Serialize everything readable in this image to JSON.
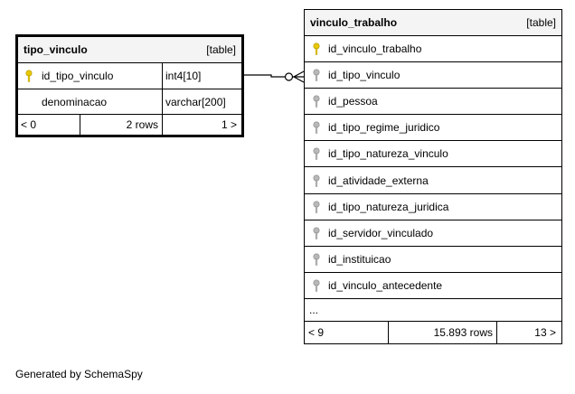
{
  "tables": {
    "tipo_vinculo": {
      "name": "tipo_vinculo",
      "tag": "[table]",
      "columns": [
        {
          "name": "id_tipo_vinculo",
          "type": "int4[10]",
          "key": "primary"
        },
        {
          "name": "denominacao",
          "type": "varchar[200]",
          "key": "none"
        }
      ],
      "footer": {
        "parents": "< 0",
        "rows": "2 rows",
        "children": "1 >"
      }
    },
    "vinculo_trabalho": {
      "name": "vinculo_trabalho",
      "tag": "[table]",
      "columns": [
        {
          "name": "id_vinculo_trabalho",
          "key": "primary"
        },
        {
          "name": "id_tipo_vinculo",
          "key": "foreign"
        },
        {
          "name": "id_pessoa",
          "key": "foreign"
        },
        {
          "name": "id_tipo_regime_juridico",
          "key": "foreign"
        },
        {
          "name": "id_tipo_natureza_vinculo",
          "key": "foreign"
        },
        {
          "name": "id_atividade_externa",
          "key": "foreign"
        },
        {
          "name": "id_tipo_natureza_juridica",
          "key": "foreign"
        },
        {
          "name": "id_servidor_vinculado",
          "key": "foreign"
        },
        {
          "name": "id_instituicao",
          "key": "foreign"
        },
        {
          "name": "id_vinculo_antecedente",
          "key": "foreign"
        }
      ],
      "more": "...",
      "footer": {
        "parents": "< 9",
        "rows": "15.893 rows",
        "children": "13 >"
      }
    }
  },
  "colors": {
    "primary_key": "#e8c800",
    "foreign_key": "#b8b8b8",
    "header_bg": "#f4f4f4"
  },
  "footer_text": "Generated by SchemaSpy"
}
